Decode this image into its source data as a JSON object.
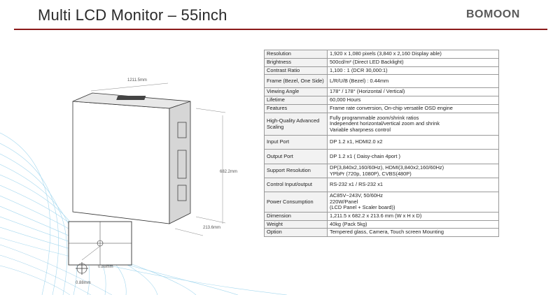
{
  "header": {
    "title": "Multi LCD Monitor – 55inch",
    "logo": "BOMOON"
  },
  "drawing": {
    "width_label": "1211.5mm",
    "height_label": "682.2mm",
    "depth_label": "213.6mm",
    "bezel_label_v": "0.88mm",
    "bezel_label_h": "0.88mm"
  },
  "specs": [
    {
      "label": "Resolution",
      "value": "1,920 x 1,080 pixels (3,840 x 2,160 Display able)"
    },
    {
      "label": "Brightness",
      "value": "500cd/m² (Direct LED Backlight)"
    },
    {
      "label": "Contrast Ratio",
      "value": "1,100 : 1 (DCR 30,000:1)"
    },
    {
      "label": "Frame (Bezel, One Side)",
      "value": "L/R/U/B (Bezel) : 0.44mm"
    },
    {
      "label": "Viewing Angle",
      "value": "178° / 178° (Horizontal / Vertical)"
    },
    {
      "label": "Lifetime",
      "value": "60,000 Hours"
    },
    {
      "label": "Features",
      "value": "Frame rate conversion, On-chip versatile OSD engine"
    },
    {
      "label": "High-Quality Advanced Scaling",
      "value": "Fully programmable zoom/shrink ratios\nIndependent horizontal/vertical zoom and shrink\nVariable sharpness control"
    },
    {
      "label": "Input Port",
      "value": "DP 1.2 x1, HDMI2.0 x2"
    },
    {
      "label": "Output Port",
      "value": "DP 1.2 x1 ( Daisy-chain 4port )"
    },
    {
      "label": "Support Resolution",
      "value": "DP(3,840x2,160/60Hz), HDMI(3,840x2,160/60Hz)\nYPbPr (720p, 1080P), CVBS(480P)"
    },
    {
      "label": "Control Input/output",
      "value": "RS-232 x1 / RS-232 x1"
    },
    {
      "label": "Power Consumption",
      "value": "AC85V~243V, 50/60Hz\n220W/Panel\n(LCD Panel + Scaler board))"
    },
    {
      "label": "Dimension",
      "value": "1,211.5 x 682.2 x 213.6 mm  (W x H x D)"
    },
    {
      "label": "Weight",
      "value": "40kg (Pack 5kg)"
    },
    {
      "label": "Option",
      "value": "Tempered glass, Camera, Touch screen Mounting"
    }
  ]
}
